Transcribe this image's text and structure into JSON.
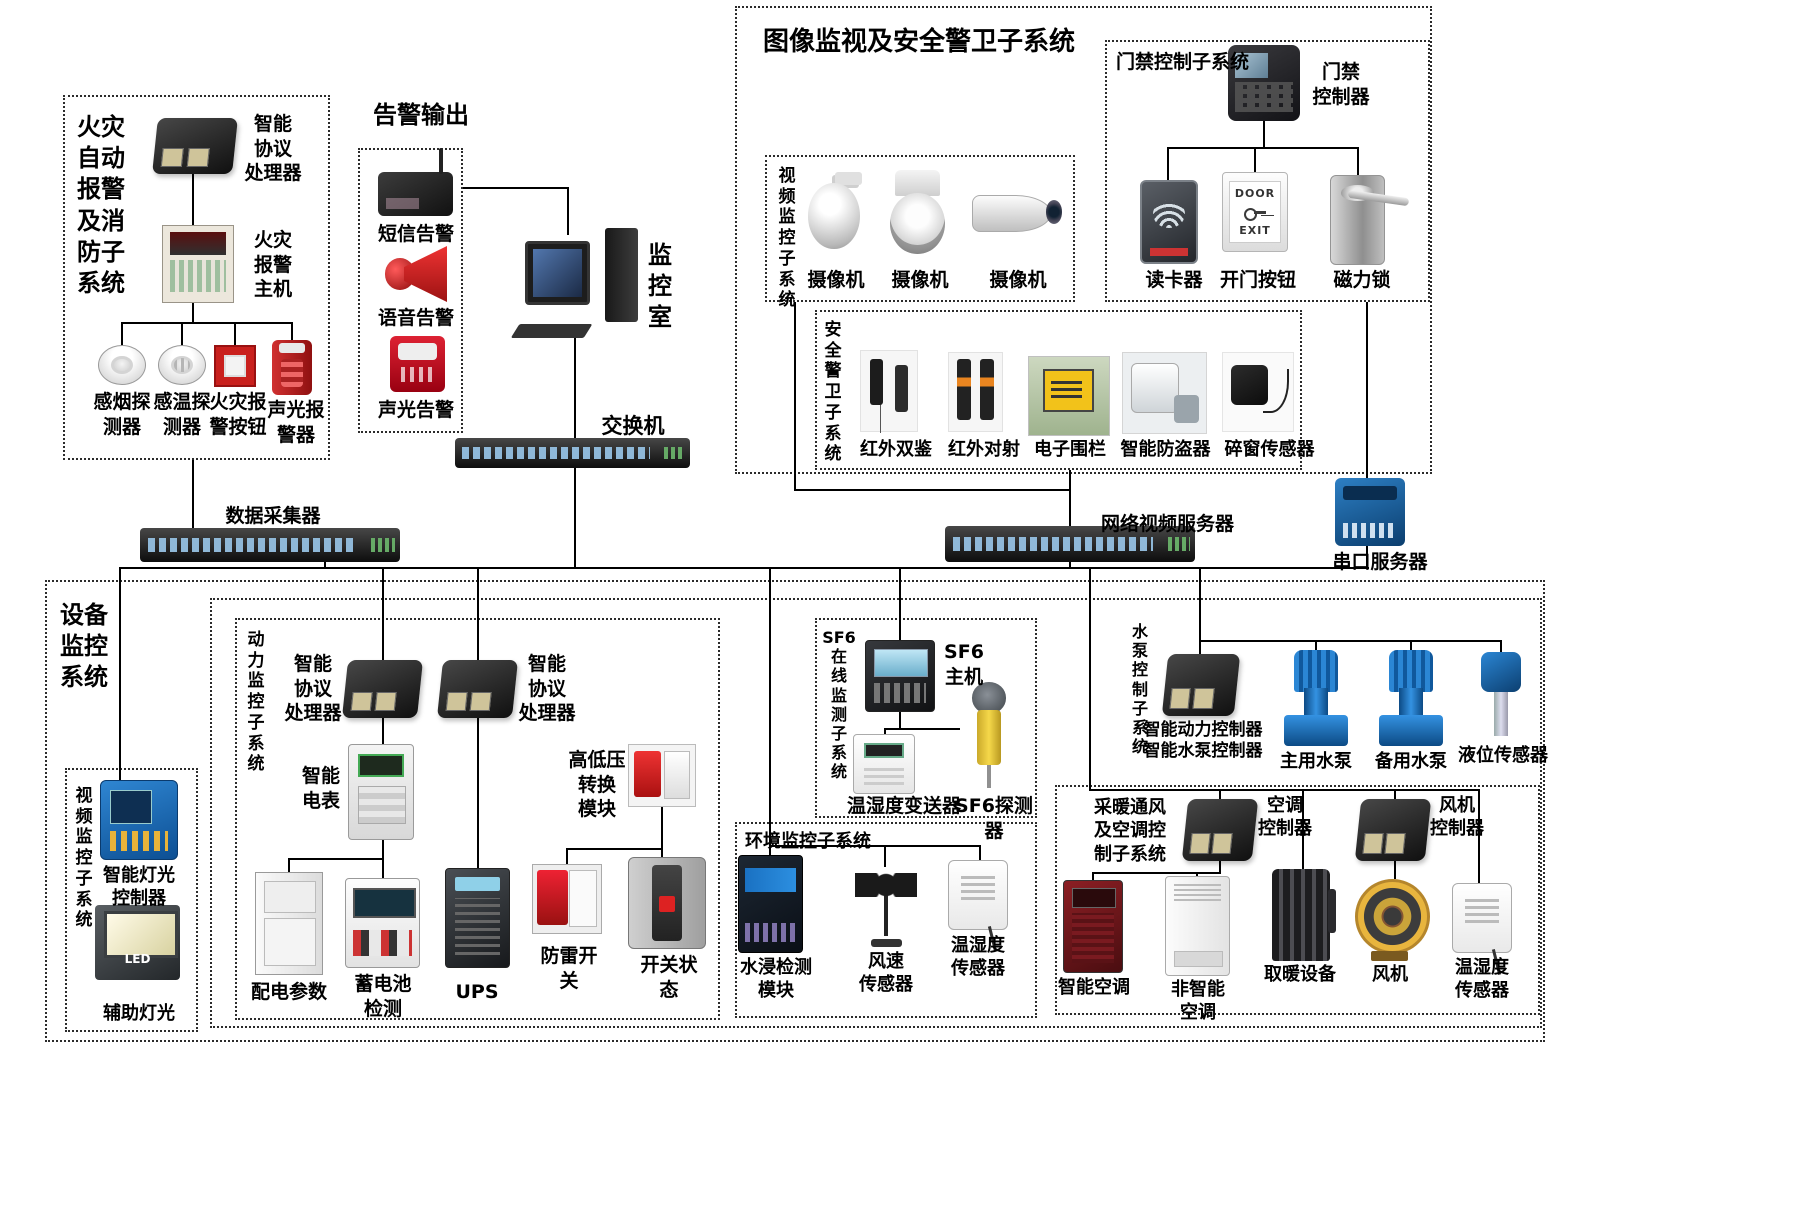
{
  "fire_system": {
    "title": "火灾\n自动\n报警\n及消\n防子\n系统",
    "protocol_processor": "智能\n协议\n处理器",
    "fire_host": "火灾\n报警\n主机",
    "smoke_detector": "感烟探\n测器",
    "temp_detector": "感温探\n测器",
    "fire_button": "火灾报\n警按钮",
    "sound_light_alarm": "声光报\n警器"
  },
  "alarm_output": {
    "title": "告警输出",
    "sms_alarm": "短信告警",
    "voice_alarm": "语音告警",
    "sound_light_alarm": "声光告警"
  },
  "monitor_room": {
    "title": "监\n控\n室"
  },
  "network": {
    "switch": "交换机",
    "data_collector": "数据采集器",
    "nvr": "网络视频服务器",
    "serial_server": "串口服务器"
  },
  "image_security": {
    "title": "图像监视及安全警卫子系统",
    "video_sub": {
      "title": "视\n频\n监\n控\n子\n系\n统",
      "camera1": "摄像机",
      "camera2": "摄像机",
      "camera3": "摄像机"
    },
    "access_sub": {
      "title": "门禁控制子系统",
      "controller": "门禁\n控制器",
      "door_text": "DOOR",
      "exit_text": "EXIT",
      "card_reader": "读卡器",
      "door_button": "开门按钮",
      "magnetic_lock": "磁力锁"
    },
    "guard_sub": {
      "title": "安\n全\n警\n卫\n子\n系\n统",
      "ir_dual": "红外双鉴",
      "ir_beam": "红外对射",
      "e_fence": "电子围栏",
      "anti_theft": "智能防盗器",
      "window_sensor": "碎窗传感器"
    }
  },
  "equipment": {
    "title": "设备\n监控\n系统",
    "video_sub": {
      "title": "视\n频\n监\n控\n子\n系\n统",
      "light_controller": "智能灯光\n控制器",
      "led_text": "LED",
      "aux_light": "辅助灯光"
    },
    "power_sub": {
      "title": "动\n力\n监\n控\n子\n系\n统",
      "processor1": "智能\n协议\n处理器",
      "processor2": "智能\n协议\n处理器",
      "smart_meter": "智能\n电表",
      "hv_module": "高低压\n转换\n模块",
      "dist_params": "配电参数",
      "battery_check": "蓄电池\n检测",
      "ups": "UPS",
      "lightning_switch": "防雷开关",
      "switch_status": "开关状态"
    },
    "sf6_sub": {
      "title": "SF6\n在\n线\n监\n测\n子\n系\n统",
      "host": "SF6\n主机",
      "th_transmitter": "温湿度变送器",
      "detector": "SF6探测器"
    },
    "env_sub": {
      "title": "环境监控子系统",
      "water_module": "水浸检测\n模块",
      "wind_sensor": "风速\n传感器",
      "th_sensor": "温湿度\n传感器"
    },
    "pump_sub": {
      "title": "水\n泵\n控\n制\n子\n系\n统",
      "controller": "智能动力控制器\n智能水泵控制器",
      "main_pump": "主用水泵",
      "backup_pump": "备用水泵",
      "level_sensor": "液位传感器"
    },
    "hvac_sub": {
      "title": "采暖通风\n及空调控\n制子系统",
      "ac_controller": "空调\n控制器",
      "fan_controller": "风机\n控制器",
      "smart_ac": "智能空调",
      "normal_ac": "非智能\n空调",
      "heater": "取暖设备",
      "fan": "风机",
      "th_sensor": "温湿度\n传感器"
    }
  }
}
